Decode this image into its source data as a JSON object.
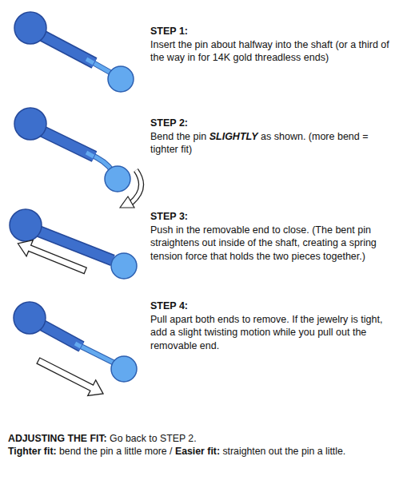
{
  "diagram": {
    "labels": [
      "STEP 1:",
      "Insert the pin about halfway into the shaft (or a third of the way in for 14K gold threadless ends)",
      "STEP 2:",
      "Bend the pin",
      "SLIGHTLY",
      "as shown. (more bend = tighter fit)",
      "STEP 3:",
      "Push in the removable end to close. (The bent pin straightens out inside of the shaft, creating a spring tension force that holds the two pieces together.)",
      "STEP 4:",
      "Pull apart both ends to remove. If the jewelry is tight, add a slight twisting motion while you pull out the removable end.",
      "ADJUSTING THE FIT:",
      "Go back to STEP 2.",
      "Tighter fit:",
      "bend the pin a little more /",
      "Easier fit:",
      "straighten out the pin a little."
    ]
  }
}
